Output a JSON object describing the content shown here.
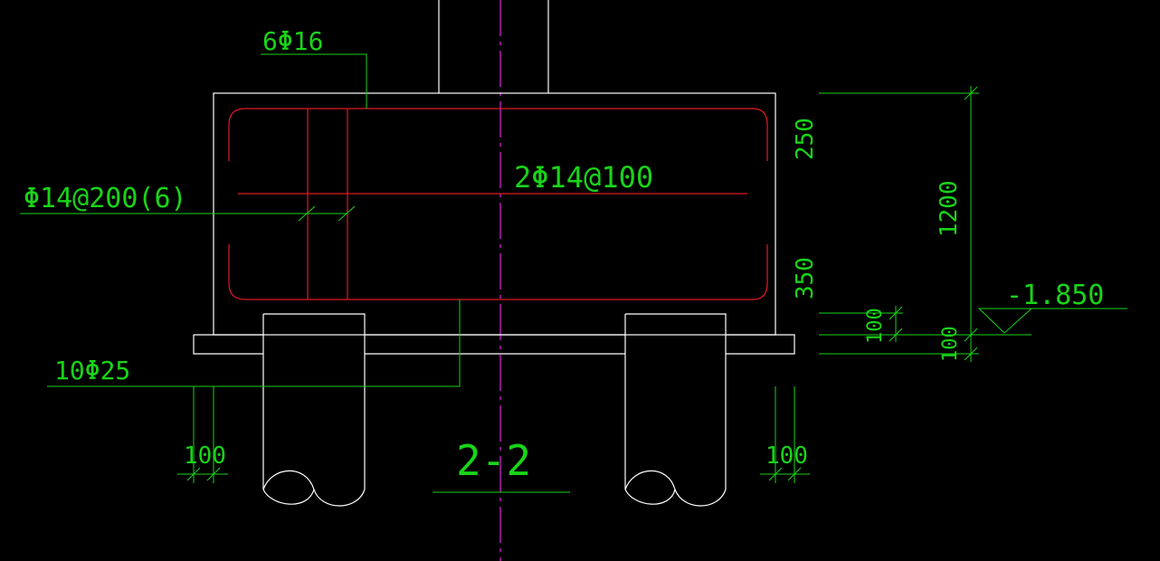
{
  "colors": {
    "background": "#000000",
    "concrete": "#ffffff",
    "rebar": "#e01b24",
    "annotation": "#19d419",
    "centerline": "#e020e0"
  },
  "labels": {
    "top_bars": "6Φ16",
    "side_bars": "2Φ14@100",
    "stirrups": "Φ14@200(6)",
    "bottom_bars": "10Φ25",
    "section_title": "2-2"
  },
  "dimensions": {
    "cover_top": "250",
    "cover_bottom": "350",
    "total_height": "1200",
    "elevation": "-1.850",
    "slab_right_1": "100",
    "slab_right_2": "100",
    "pile_left": "100",
    "pile_right": "100"
  }
}
